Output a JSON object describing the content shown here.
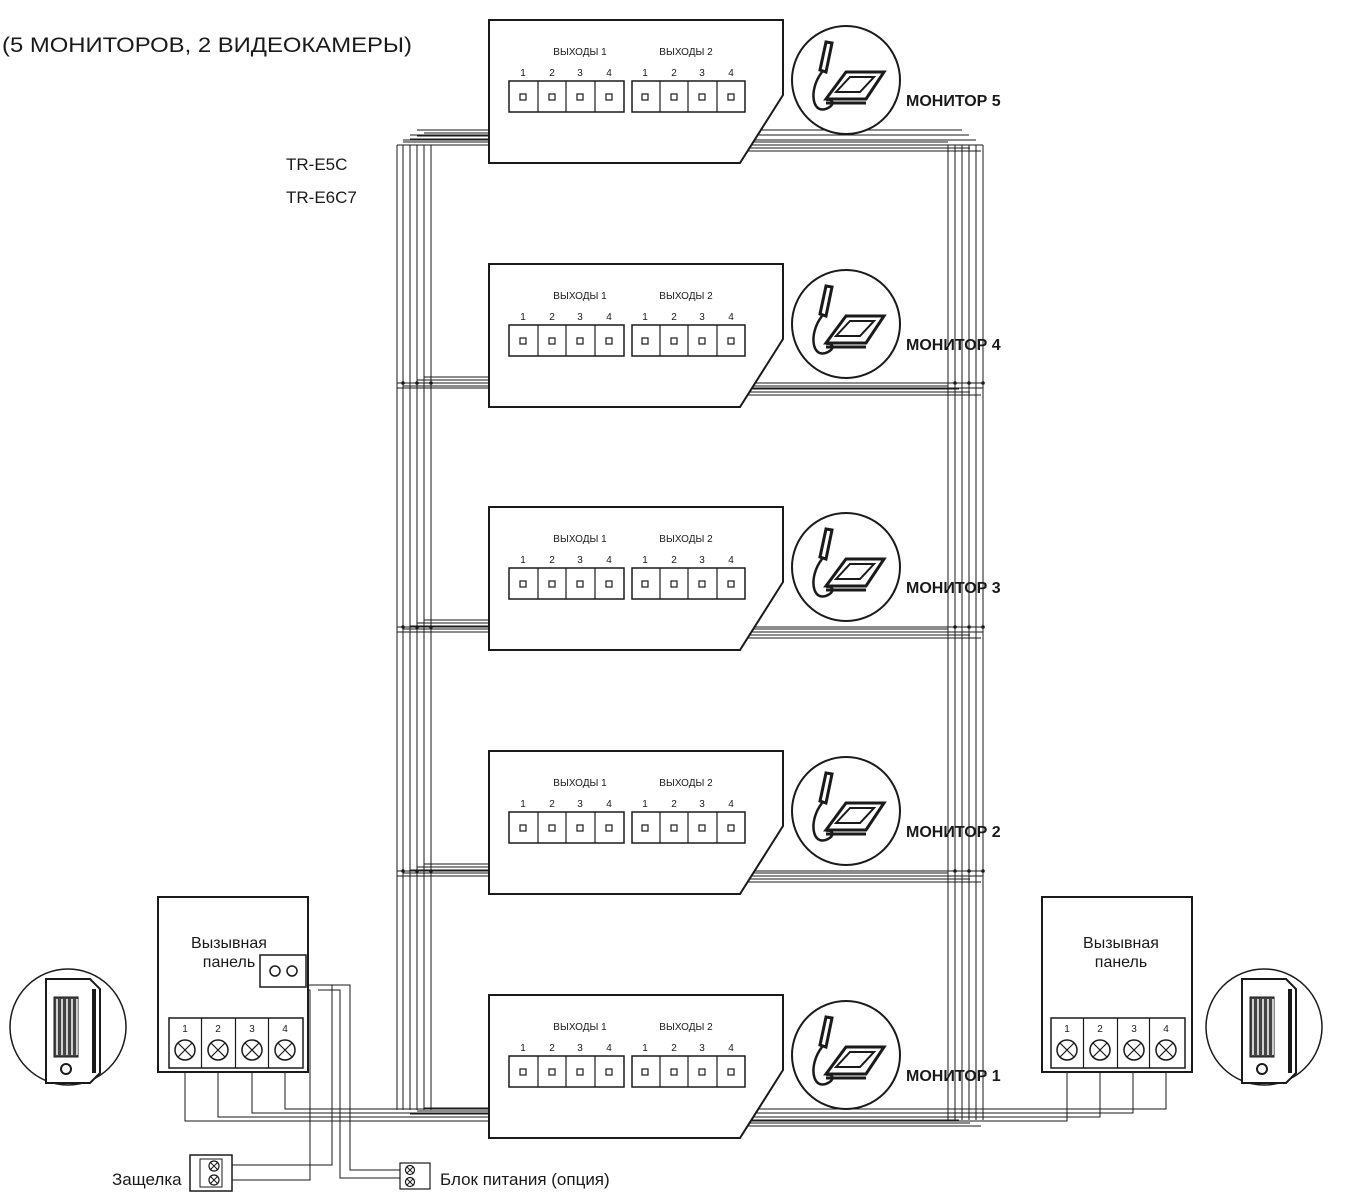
{
  "title": "(5 МОНИТОРОВ, 2 ВИДЕОКАМЕРЫ)",
  "model_labels": [
    "TR-E5C",
    "TR-E6C7"
  ],
  "monitors": [
    {
      "label": "МОНИТОР 5",
      "group1": "ВЫХОДЫ 1",
      "group2": "ВЫХОДЫ 2",
      "pins": [
        "1",
        "2",
        "3",
        "4"
      ]
    },
    {
      "label": "МОНИТОР 4",
      "group1": "ВЫХОДЫ 1",
      "group2": "ВЫХОДЫ 2",
      "pins": [
        "1",
        "2",
        "3",
        "4"
      ]
    },
    {
      "label": "МОНИТОР 3",
      "group1": "ВЫХОДЫ 1",
      "group2": "ВЫХОДЫ 2",
      "pins": [
        "1",
        "2",
        "3",
        "4"
      ]
    },
    {
      "label": "МОНИТОР 2",
      "group1": "ВЫХОДЫ 1",
      "group2": "ВЫХОДЫ 2",
      "pins": [
        "1",
        "2",
        "3",
        "4"
      ]
    },
    {
      "label": "МОНИТОР 1",
      "group1": "ВЫХОДЫ 1",
      "group2": "ВЫХОДЫ 2",
      "pins": [
        "1",
        "2",
        "3",
        "4"
      ]
    }
  ],
  "call_panels": [
    {
      "line1": "Вызывная",
      "line2": "панель",
      "pins": [
        "1",
        "2",
        "3",
        "4"
      ]
    },
    {
      "line1": "Вызывная",
      "line2": "панель",
      "pins": [
        "1",
        "2",
        "3",
        "4"
      ]
    }
  ],
  "latch_label": "Защелка",
  "power_label": "Блок питания (опция)",
  "colors": {
    "line": "#1a1a1a",
    "background": "#ffffff"
  }
}
